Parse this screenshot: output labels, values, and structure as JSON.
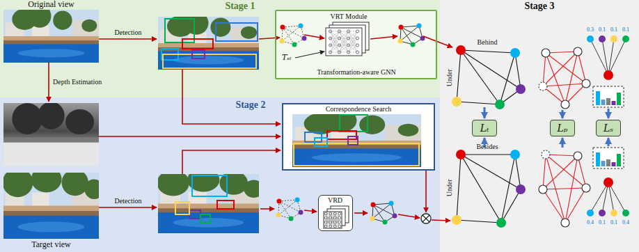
{
  "diagram": {
    "nodes": [
      {
        "text": [
          "Original view"
        ]
      },
      {
        "text": [
          "Stage 1"
        ]
      },
      {
        "text": [
          "VRT Module",
          "Tₛₜ",
          "Transformation-aware GNN"
        ],
        "in": 1
      },
      {
        "text": [
          "Stage 2"
        ]
      },
      {
        "text": [
          "Correspondence Search"
        ],
        "in": 3
      },
      {
        "text": [
          "VRD"
        ],
        "in": 3
      },
      {
        "text": [
          "Target view"
        ]
      },
      {
        "text": [
          "Stage 3"
        ]
      },
      {
        "text": [
          "Lₜ"
        ],
        "in": 7
      },
      {
        "text": [
          "Lₚ"
        ],
        "in": 7
      },
      {
        "text": [
          "Lₛ"
        ],
        "in": 7
      }
    ],
    "labels": [
      "Detection",
      "Depth Estimation",
      "Detection",
      "Behind",
      "Under",
      "Besides",
      "Under",
      "0.3",
      "0.1",
      "0.1",
      "0.1",
      "0.4",
      "0.1",
      "0.1",
      "0.4"
    ]
  }
}
